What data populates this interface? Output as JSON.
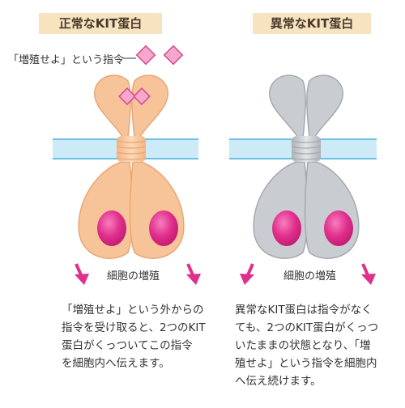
{
  "panels": {
    "left": {
      "title": "正常なKIT蛋白",
      "signal_label": "「増殖せよ」という指令",
      "result_label": "細胞の増殖",
      "description": "「増殖せよ」という外からの\n指令を受け取ると、2つのKIT\n蛋白がくっついてこの指令\nを細胞内へ伝えます。"
    },
    "right": {
      "title": "異常なKIT蛋白",
      "result_label": "細胞の増殖",
      "description": "異常なKIT蛋白は指令がなく\nても、2つのKIT蛋白がくっつ\nいたままの状態となり、「増\n殖せよ」という指令を細胞内\nへ伝え続けます。"
    }
  },
  "colors": {
    "title_bg": "#f7e3bf",
    "membrane": "#cdeaf7",
    "membrane_edge": "#6cc0e4",
    "protein_normal": "#f7c49a",
    "protein_normal_edge": "#e8a676",
    "protein_abnormal": "#c9cdd1",
    "protein_abnormal_edge": "#a4aab0",
    "nucleus": "#e0308c",
    "arrow": "#e0308c",
    "signal": "#f4a9cc",
    "signal_edge": "#d8488d"
  }
}
